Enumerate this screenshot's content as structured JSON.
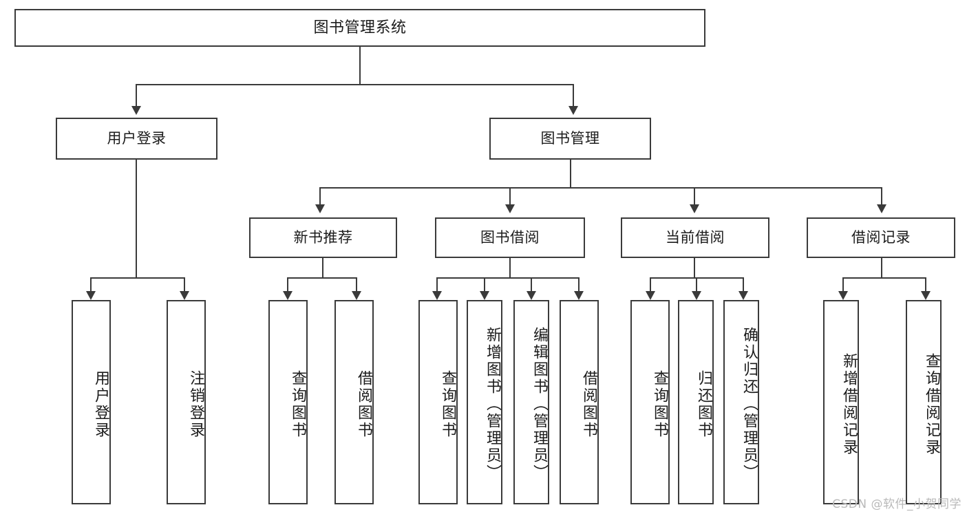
{
  "diagram": {
    "type": "tree",
    "title": "图书管理系统",
    "watermark": "CSDN @软件_小贺同学",
    "colors": {
      "stroke": "#3a3a3a",
      "fill": "#ffffff",
      "text": "#1b1b1b",
      "watermark": "#b9b9b9"
    },
    "levels": {
      "root": [
        "图书管理系统"
      ],
      "level2": [
        "用户登录",
        "图书管理"
      ],
      "level3": [
        "新书推荐",
        "图书借阅",
        "当前借阅",
        "借阅记录"
      ],
      "leaves": [
        "用户登录",
        "注销登录",
        "查询图书",
        "借阅图书",
        "查询图书",
        "新增图书（管理员）",
        "编辑图书（管理员）",
        "借阅图书",
        "查询图书",
        "归还图书",
        "确认归还（管理员）",
        "新增借阅记录",
        "查询借阅记录"
      ]
    },
    "nodes": {
      "root": {
        "label": "图书管理系统"
      },
      "user_login": {
        "label": "用户登录"
      },
      "book_manage": {
        "label": "图书管理"
      },
      "new_book_rec": {
        "label": "新书推荐"
      },
      "book_borrow": {
        "label": "图书借阅"
      },
      "current_borrow": {
        "label": "当前借阅"
      },
      "borrow_record": {
        "label": "借阅记录"
      },
      "leaf_user_login": {
        "label": "用户登录"
      },
      "leaf_logout": {
        "label": "注销登录"
      },
      "leaf_query_book_1": {
        "label": "查询图书"
      },
      "leaf_borrow_book_1": {
        "label": "借阅图书"
      },
      "leaf_query_book_2": {
        "label": "查询图书"
      },
      "leaf_add_book": {
        "label": "新增图书（管理员）"
      },
      "leaf_edit_book": {
        "label": "编辑图书（管理员）"
      },
      "leaf_borrow_book_2": {
        "label": "借阅图书"
      },
      "leaf_query_book_3": {
        "label": "查询图书"
      },
      "leaf_return_book": {
        "label": "归还图书"
      },
      "leaf_confirm_return": {
        "label": "确认归还（管理员）"
      },
      "leaf_add_record": {
        "label": "新增借阅记录"
      },
      "leaf_query_record": {
        "label": "查询借阅记录"
      }
    }
  }
}
